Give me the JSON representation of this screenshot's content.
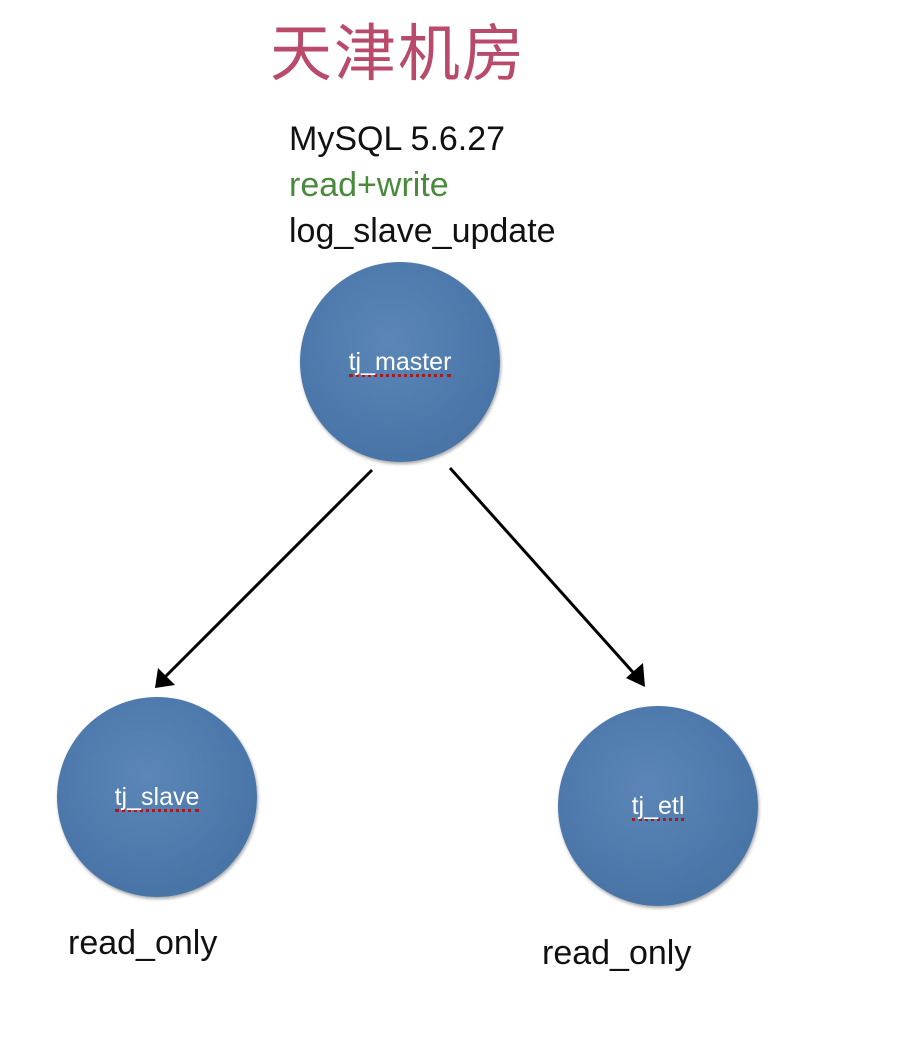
{
  "title": "天津机房",
  "master_info": {
    "version": "MySQL 5.6.27",
    "mode": "read+write",
    "option": "log_slave_update"
  },
  "nodes": {
    "master": {
      "label": "tj_master"
    },
    "slave": {
      "label": "tj_slave",
      "caption": "read_only"
    },
    "etl": {
      "label": "tj_etl",
      "caption": "read_only"
    }
  },
  "edges": [
    {
      "from": "tj_master",
      "to": "tj_slave"
    },
    {
      "from": "tj_master",
      "to": "tj_etl"
    }
  ],
  "colors": {
    "title": "#b94a6a",
    "mode_text": "#4a8a3c",
    "node_fill": "#4c78ab",
    "arrow": "#000000"
  }
}
